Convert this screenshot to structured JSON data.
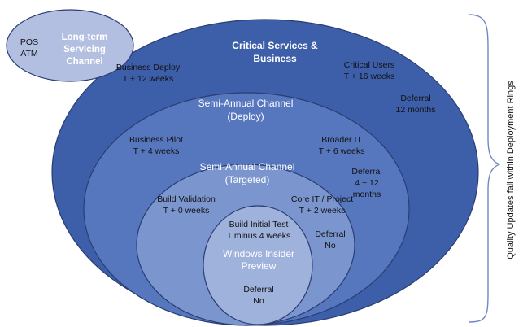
{
  "colors": {
    "ring_outer": "#3d5ea8",
    "ring_deploy": "#5677bd",
    "ring_targeted": "#7b96cf",
    "ring_insider": "#9fb2dc",
    "ltsc_fill": "#b3bfe0",
    "outline": "#2a3d73",
    "brace": "#6f88c4"
  },
  "ltsc": {
    "pos": "POS",
    "atm": "ATM",
    "title": [
      "Long-term",
      "Servicing",
      "Channel"
    ]
  },
  "critical": {
    "title": [
      "Critical Services &",
      "Business"
    ],
    "business_deploy": [
      "Business Deploy",
      "T + 12 weeks"
    ],
    "critical_users": [
      "Critical Users",
      "T + 16 weeks"
    ],
    "deferral": [
      "Deferral",
      "12 months"
    ]
  },
  "deploy": {
    "title": [
      "Semi-Annual Channel",
      "(Deploy)"
    ],
    "business_pilot": [
      "Business Pilot",
      "T + 4 weeks"
    ],
    "broader_it": [
      "Broader IT",
      "T + 6 weeks"
    ],
    "deferral": [
      "Deferral",
      "4 ~ 12",
      "months"
    ]
  },
  "targeted": {
    "title": [
      "Semi-Annual Channel",
      "(Targeted)"
    ],
    "build_validation": [
      "Build Validation",
      "T + 0 weeks"
    ],
    "core_it": [
      "Core IT / Project",
      "T + 2 weeks"
    ],
    "deferral": [
      "Deferral",
      "No"
    ]
  },
  "insider": {
    "build_test": [
      "Build Initial Test",
      "T minus 4 weeks"
    ],
    "title": [
      "Windows Insider",
      "Preview"
    ],
    "deferral": [
      "Deferral",
      "No"
    ]
  },
  "side_label": "Quality Updates fall within Deployment Rings"
}
